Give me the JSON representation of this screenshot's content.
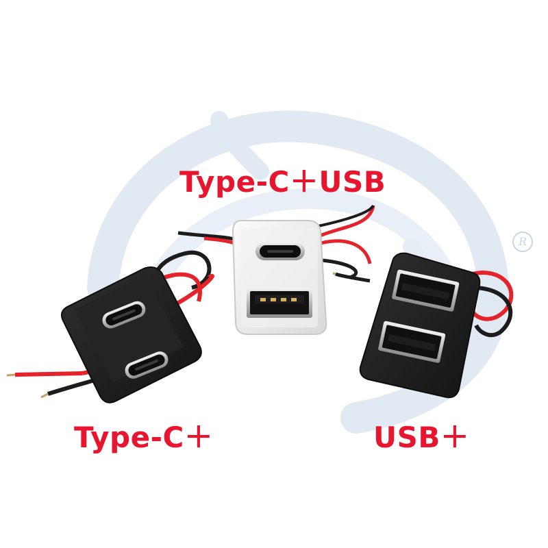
{
  "labels": {
    "top": "Type-C＋USB",
    "left": "Type-C＋",
    "right": "USB＋"
  },
  "watermark": {
    "registered_mark": "R"
  },
  "colors": {
    "label": "#e8152f",
    "watermark": "#dce6f1",
    "wire_red": "#e5232a",
    "wire_black": "#1c1c1c",
    "module_black": "#202020",
    "module_white": "#ededed"
  }
}
